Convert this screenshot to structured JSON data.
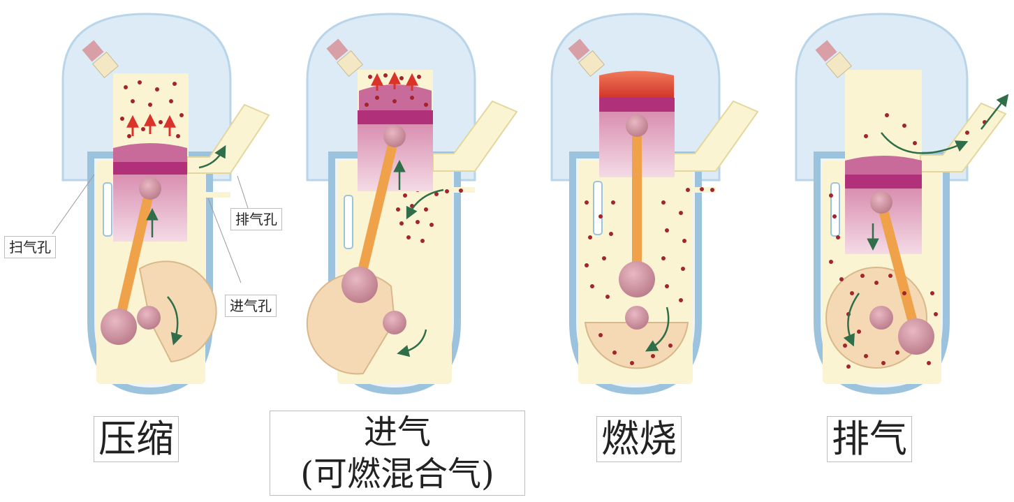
{
  "part_labels": {
    "scavenge_port": "扫气孔",
    "exhaust_port": "排气孔",
    "intake_port": "进气孔"
  },
  "stages": [
    {
      "caption": "压缩"
    },
    {
      "caption_line1": "进气",
      "caption_line2": "(可燃混合气)"
    },
    {
      "caption": "燃烧"
    },
    {
      "caption": "排气"
    }
  ],
  "colors": {
    "housing": "#dcebf6",
    "housing_edge": "#9cc3de",
    "gas": "#fbf4d2",
    "piston": "#d98fb0",
    "piston_ring": "#b0307a",
    "rod": "#f0a24a",
    "crank": "#f4d9b4",
    "particle": "#a3242b",
    "arrow_red": "#d9332a",
    "arrow_green": "#2f6e49",
    "combustion": "#e04a3a"
  }
}
